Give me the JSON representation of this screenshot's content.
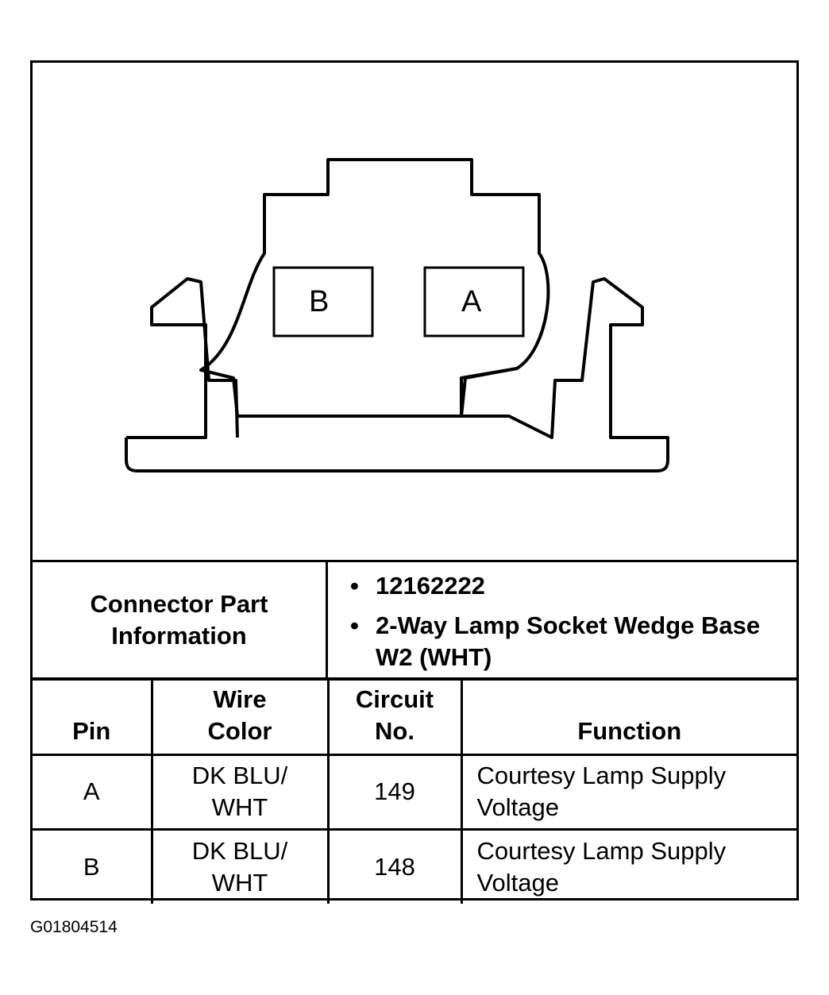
{
  "connector": {
    "cavity_b_label": "B",
    "cavity_a_label": "A"
  },
  "part_info": {
    "heading": "Connector Part Information",
    "items": [
      "12162222",
      "2-Way Lamp Socket Wedge Base W2 (WHT)"
    ]
  },
  "pin_table": {
    "headers": {
      "pin": "Pin",
      "wire_color": "Wire Color",
      "circuit": "Circuit No.",
      "function": "Function"
    },
    "rows": [
      {
        "pin": "A",
        "wire_color": "DK BLU/ WHT",
        "circuit": "149",
        "function": "Courtesy Lamp Supply Voltage"
      },
      {
        "pin": "B",
        "wire_color": "DK BLU/ WHT",
        "circuit": "148",
        "function": "Courtesy Lamp Supply Voltage"
      }
    ]
  },
  "figure_id": "G01804514"
}
